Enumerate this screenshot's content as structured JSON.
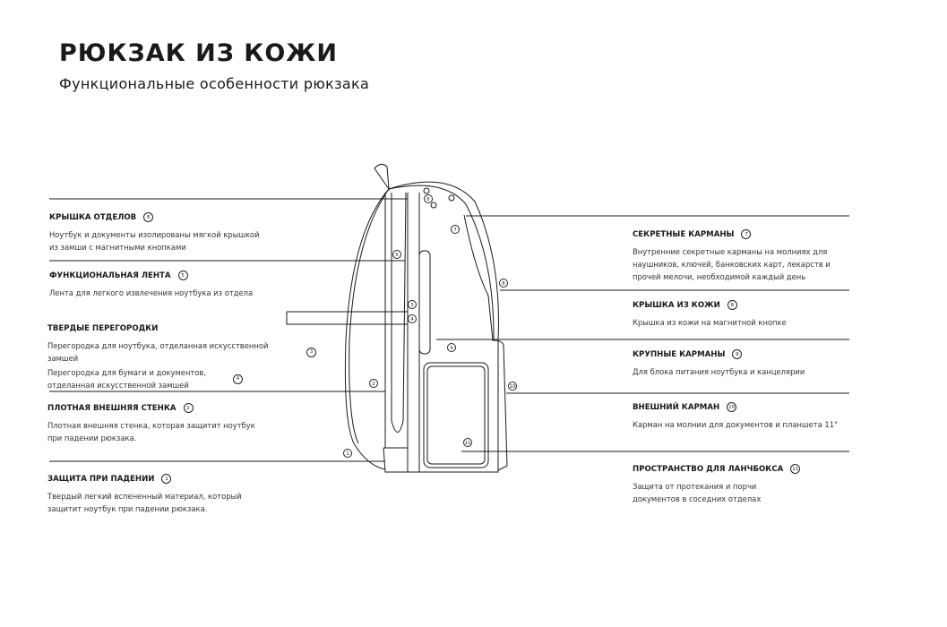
{
  "header": {
    "title": "РЮКЗАК ИЗ КОЖИ",
    "subtitle": "Функциональные особенности рюкзака"
  },
  "left_features": [
    {
      "title": "КРЫШКА ОТДЕЛОВ",
      "num": "6",
      "lines": [
        "Ноутбук и документы изолированы мягкой крышкой",
        "из замши с магнитными кнопками"
      ]
    },
    {
      "title": "ФУНКЦИОНАЛЬНАЯ ЛЕНТА",
      "num": "5",
      "lines": [
        "Лента для легкого извлечения ноутбука из отдела"
      ]
    },
    {
      "title": "ТВЕРДЫЕ ПЕРЕГОРОДКИ",
      "items": [
        {
          "text": "Перегородка для ноутбука, отделанная искусственной замшей",
          "num": "3"
        },
        {
          "lines": [
            "Перегородка для бумаги и документов,",
            "отделанная искусственной замшей"
          ],
          "num": "4"
        }
      ]
    },
    {
      "title": "ПЛОТНАЯ ВНЕШНЯЯ СТЕНКА",
      "num": "2",
      "lines": [
        "Плотная внешняя стенка, которая защитит ноутбук",
        "при падении рюкзака."
      ]
    },
    {
      "title": "ЗАЩИТА ПРИ ПАДЕНИИ",
      "num": "1",
      "lines": [
        "Твердый легкий вспененный материал, который",
        "защитит ноутбук при падении рюкзака."
      ]
    }
  ],
  "right_features": [
    {
      "title": "СЕКРЕТНЫЕ КАРМАНЫ",
      "num": "7",
      "lines": [
        "Внутренние секретные карманы на молниях для",
        "наушников, ключей, банковских карт, лекарств и",
        "прочей мелочи, необходимой каждый день"
      ]
    },
    {
      "title": "КРЫШКА ИЗ КОЖИ",
      "num": "8",
      "lines": [
        "Крышка из кожи на магнитной кнопке"
      ]
    },
    {
      "title": "КРУПНЫЕ КАРМАНЫ",
      "num": "9",
      "lines": [
        "Для блока питания ноутбука и канцелярии"
      ]
    },
    {
      "title": "ВНЕШНИЙ КАРМАН",
      "num": "10",
      "lines": [
        "Карман на молнии для документов и планшета 11\""
      ]
    },
    {
      "title": "ПРОСТРАНСТВО ДЛЯ ЛАНЧБОКСА",
      "num": "11",
      "lines": [
        "Защита от протекания и порчи",
        "документов в соседних отделах"
      ]
    }
  ],
  "diagram_labels": [
    "1",
    "2",
    "3",
    "4",
    "5",
    "6",
    "7",
    "8",
    "9",
    "10",
    "11"
  ]
}
